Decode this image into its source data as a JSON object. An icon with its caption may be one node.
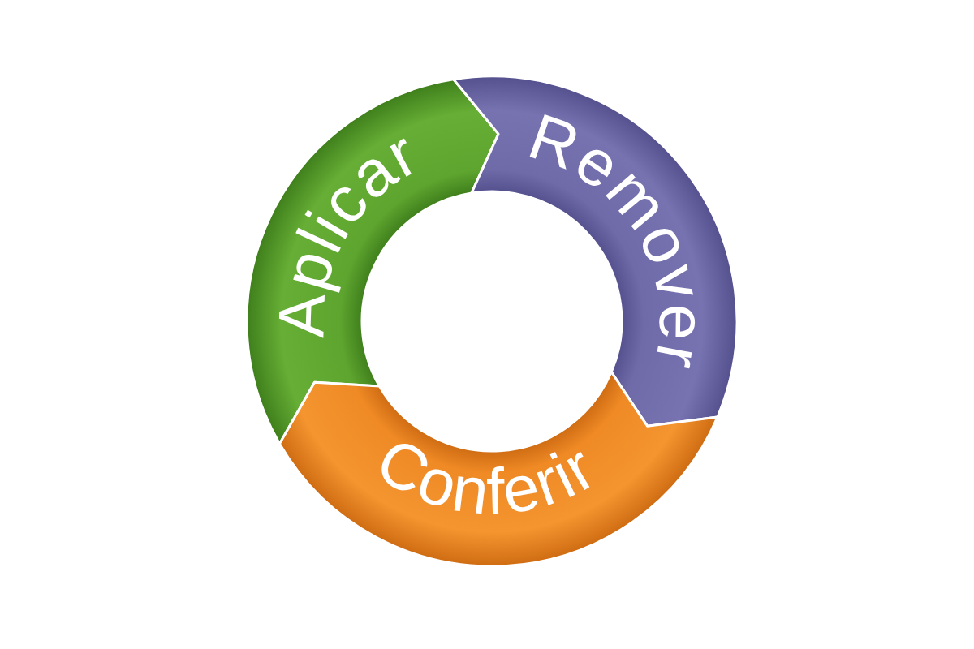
{
  "diagram": {
    "nodes": [
      {
        "text": [
          "Aplicar"
        ]
      },
      {
        "text": [
          "Remover"
        ]
      },
      {
        "text": [
          "Conferir"
        ]
      }
    ]
  }
}
